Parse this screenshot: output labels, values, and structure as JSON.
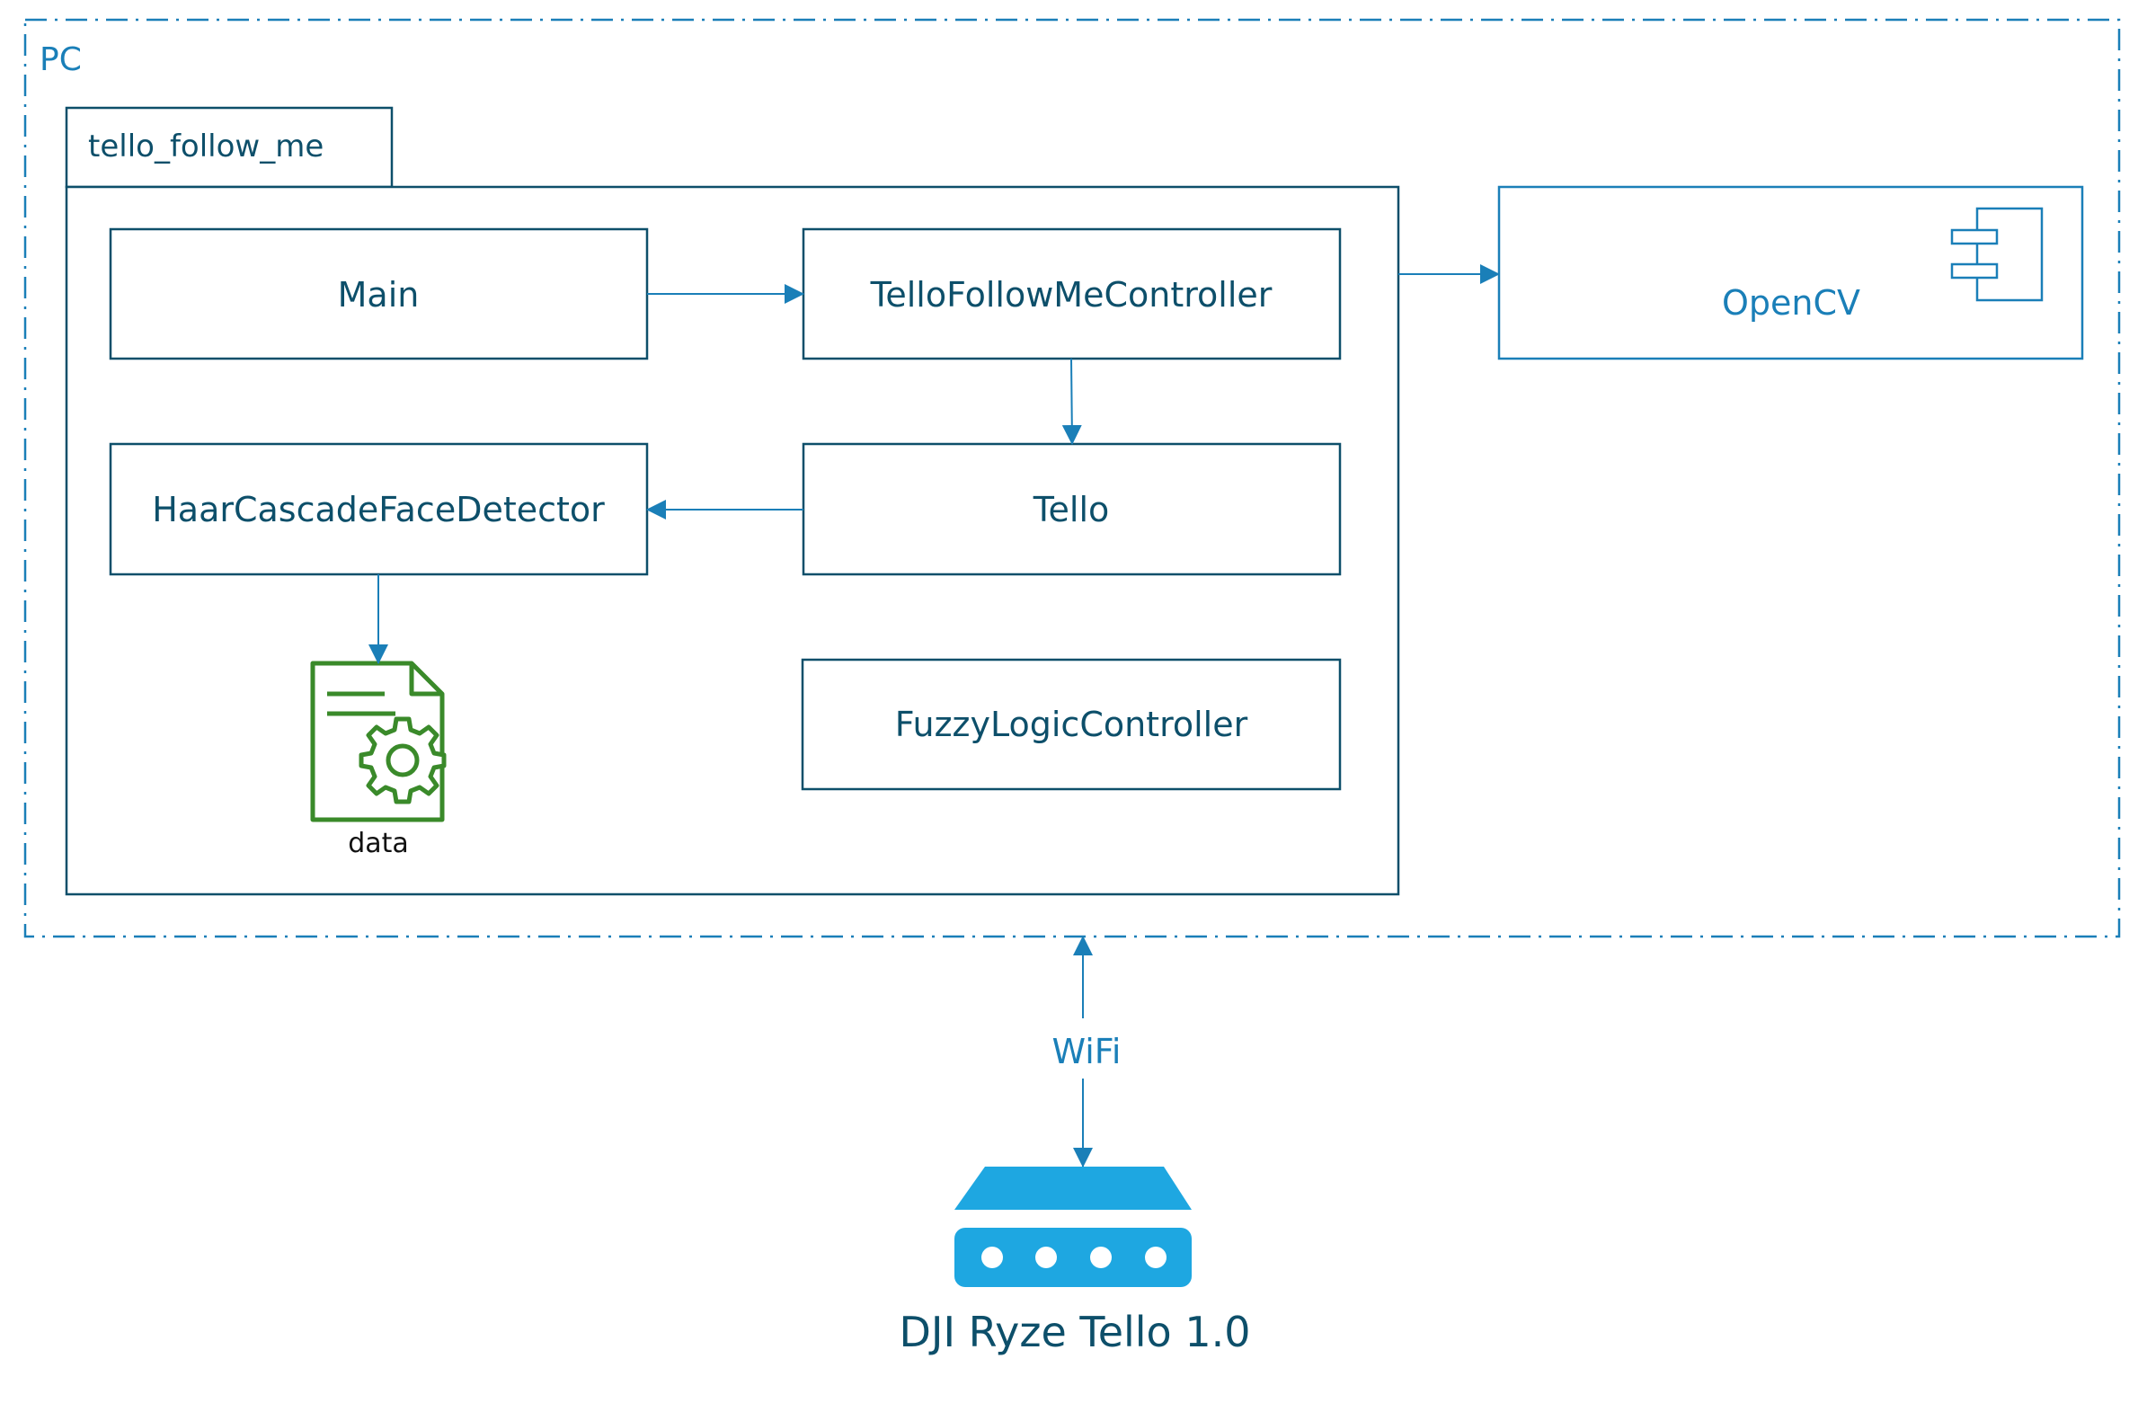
{
  "pc_boundary": {
    "label": "PC"
  },
  "package": {
    "label": "tello_follow_me"
  },
  "components": {
    "main": "Main",
    "controller": "TelloFollowMeController",
    "detector": "HaarCascadeFaceDetector",
    "tello": "Tello",
    "fuzzy": "FuzzyLogicController"
  },
  "data_file": {
    "label": "data",
    "icon": "document-gear-icon"
  },
  "opencv": {
    "label": "OpenCV",
    "icon": "uml-component-icon"
  },
  "link": {
    "label": "WiFi"
  },
  "device": {
    "label": "DJI Ryze Tello 1.0",
    "icon": "router-icon"
  },
  "colors": {
    "line": "#1a7fb8",
    "pc_text": "#1a7fb8",
    "package_text": "#0d4f6a",
    "box_text": "#0d4f6a",
    "opencv_text": "#1a7fb8",
    "icon_green": "#3a8a2a",
    "device_fill": "#1ea7e1",
    "device_text": "#0d4f6a"
  }
}
